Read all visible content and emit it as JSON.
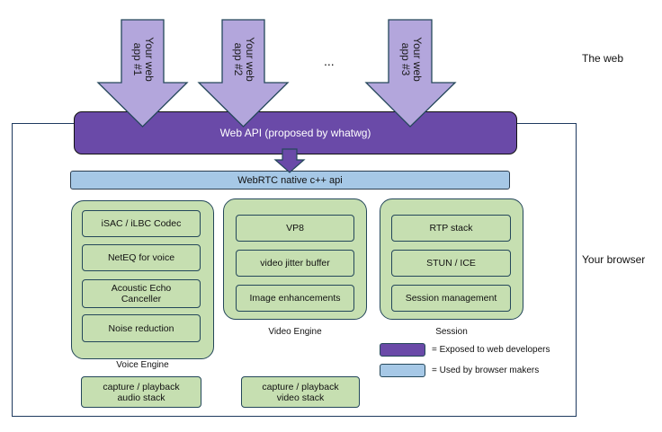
{
  "web_label": "The web",
  "browser_label": "Your browser",
  "ellipsis": "...",
  "apps": [
    {
      "label": "Your web\napp #1"
    },
    {
      "label": "Your web\napp #2"
    },
    {
      "label": "Your web\napp #3"
    }
  ],
  "web_api": "Web API (proposed by whatwg)",
  "native_api": "WebRTC native c++ api",
  "voice_engine": {
    "label": "Voice Engine",
    "components": [
      "iSAC / iLBC Codec",
      "NetEQ for voice",
      "Acoustic Echo\nCanceller",
      "Noise reduction"
    ]
  },
  "video_engine": {
    "label": "Video Engine",
    "components": [
      "VP8",
      "video jitter buffer",
      "Image enhancements"
    ]
  },
  "session": {
    "label": "Session",
    "components": [
      "RTP stack",
      "STUN / ICE",
      "Session management"
    ]
  },
  "capture_audio": "capture / playback\naudio stack",
  "capture_video": "capture / playback\nvideo stack",
  "legend": [
    {
      "text": "= Exposed to web developers",
      "color": "#6a4aa8"
    },
    {
      "text": "= Used by browser makers",
      "color": "#a6c8e6"
    }
  ],
  "colors": {
    "api_purple": "#6a4aa8",
    "arrow_purple": "#b3a6dc",
    "native_blue": "#a6c8e6",
    "component_green": "#c6dfb1",
    "border": "#24475a"
  }
}
